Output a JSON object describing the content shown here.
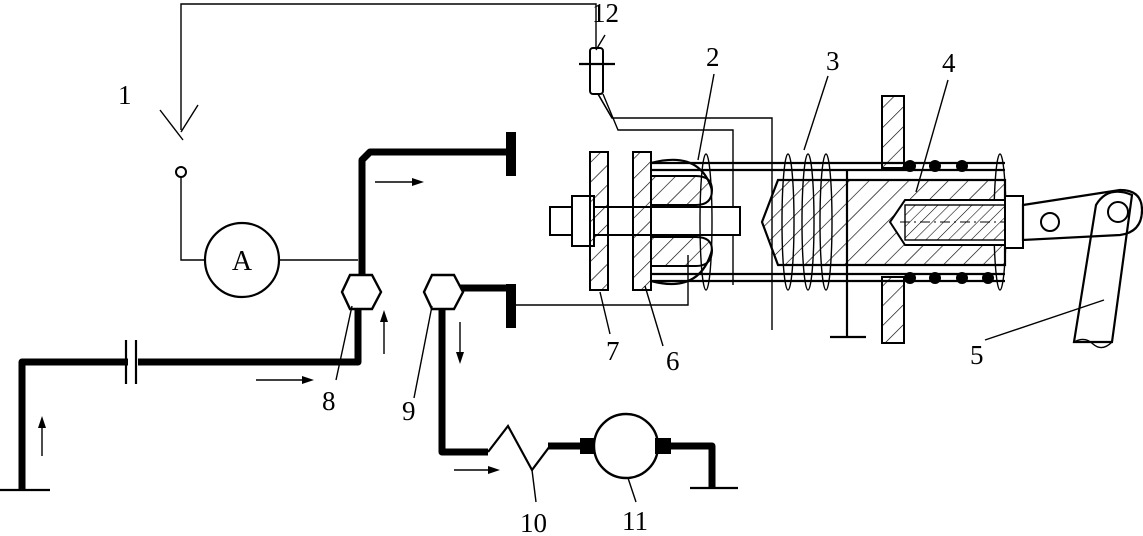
{
  "diagram": {
    "meter_symbol": "A",
    "part_labels": {
      "switch": "1",
      "coil_tube": "2",
      "spring": "3",
      "plunger": "4",
      "lever": "5",
      "rod": "6",
      "disc": "7",
      "valve_left": "8",
      "valve_right": "9",
      "resistor": "10",
      "motor": "11",
      "contact": "12"
    }
  }
}
